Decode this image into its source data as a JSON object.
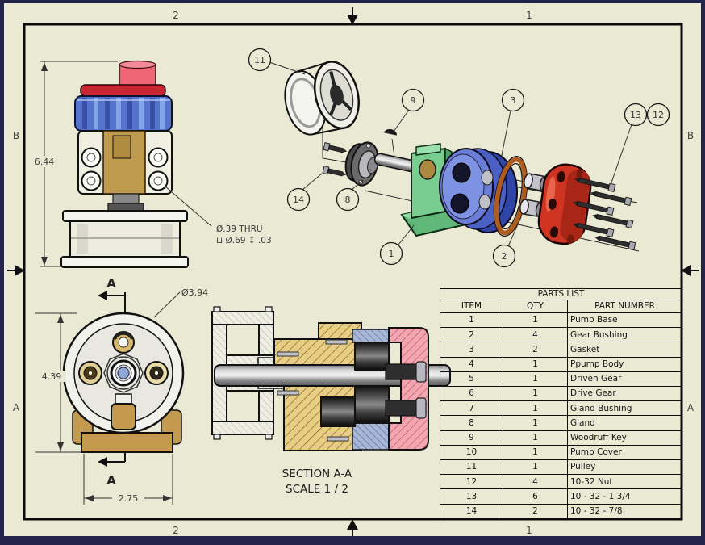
{
  "drawing": {
    "kind": "gear pump assembly drawing",
    "colors": {
      "sheet": "#eae9d3",
      "surround": "#23254d",
      "frame": "#0a0a0a",
      "pump_base_green": "#6cc184",
      "pump_body_blue": "#5a6fd0",
      "gasket_orange": "#b05c1e",
      "cover_red": "#cf3322",
      "body_gold": "#c49a4e",
      "knob_pink": "#ed6576",
      "disc_red": "#c92532"
    }
  },
  "zone_labels": {
    "top": [
      "2",
      "1"
    ],
    "bottom": [
      "2",
      "1"
    ],
    "left": [
      "B",
      "A"
    ],
    "right": [
      "B",
      "A"
    ]
  },
  "front_view": {
    "dim_height": "6.44",
    "hole_note_line1": "Ø.39 THRU",
    "hole_note_line2": "⊔ Ø.69 ↧ .03"
  },
  "bottom_view": {
    "dim_height": "4.39",
    "dim_width": "2.75",
    "dim_diameter": "Ø3.94",
    "section_letter": "A"
  },
  "section_view": {
    "title": "SECTION A-A",
    "scale": "SCALE 1 / 2"
  },
  "balloons": {
    "b1": "1",
    "b2": "2",
    "b3": "3",
    "b8": "8",
    "b9": "9",
    "b11": "11",
    "b12": "12",
    "b13": "13",
    "b14": "14"
  },
  "parts_list": {
    "title": "PARTS LIST",
    "columns": [
      "ITEM",
      "QTY",
      "PART NUMBER"
    ],
    "rows": [
      {
        "item": "1",
        "qty": "1",
        "part": "Pump Base"
      },
      {
        "item": "2",
        "qty": "4",
        "part": "Gear Bushing"
      },
      {
        "item": "3",
        "qty": "2",
        "part": "Gasket"
      },
      {
        "item": "4",
        "qty": "1",
        "part": "Ppump Body"
      },
      {
        "item": "5",
        "qty": "1",
        "part": "Driven Gear"
      },
      {
        "item": "6",
        "qty": "1",
        "part": "Drive Gear"
      },
      {
        "item": "7",
        "qty": "1",
        "part": "Gland Bushing"
      },
      {
        "item": "8",
        "qty": "1",
        "part": "Gland"
      },
      {
        "item": "9",
        "qty": "1",
        "part": "Woodruff Key"
      },
      {
        "item": "10",
        "qty": "1",
        "part": "Pump Cover"
      },
      {
        "item": "11",
        "qty": "1",
        "part": "Pulley"
      },
      {
        "item": "12",
        "qty": "4",
        "part": "10-32 Nut"
      },
      {
        "item": "13",
        "qty": "6",
        "part": "10 - 32 - 1 3/4"
      },
      {
        "item": "14",
        "qty": "2",
        "part": "10 - 32 - 7/8"
      }
    ]
  }
}
